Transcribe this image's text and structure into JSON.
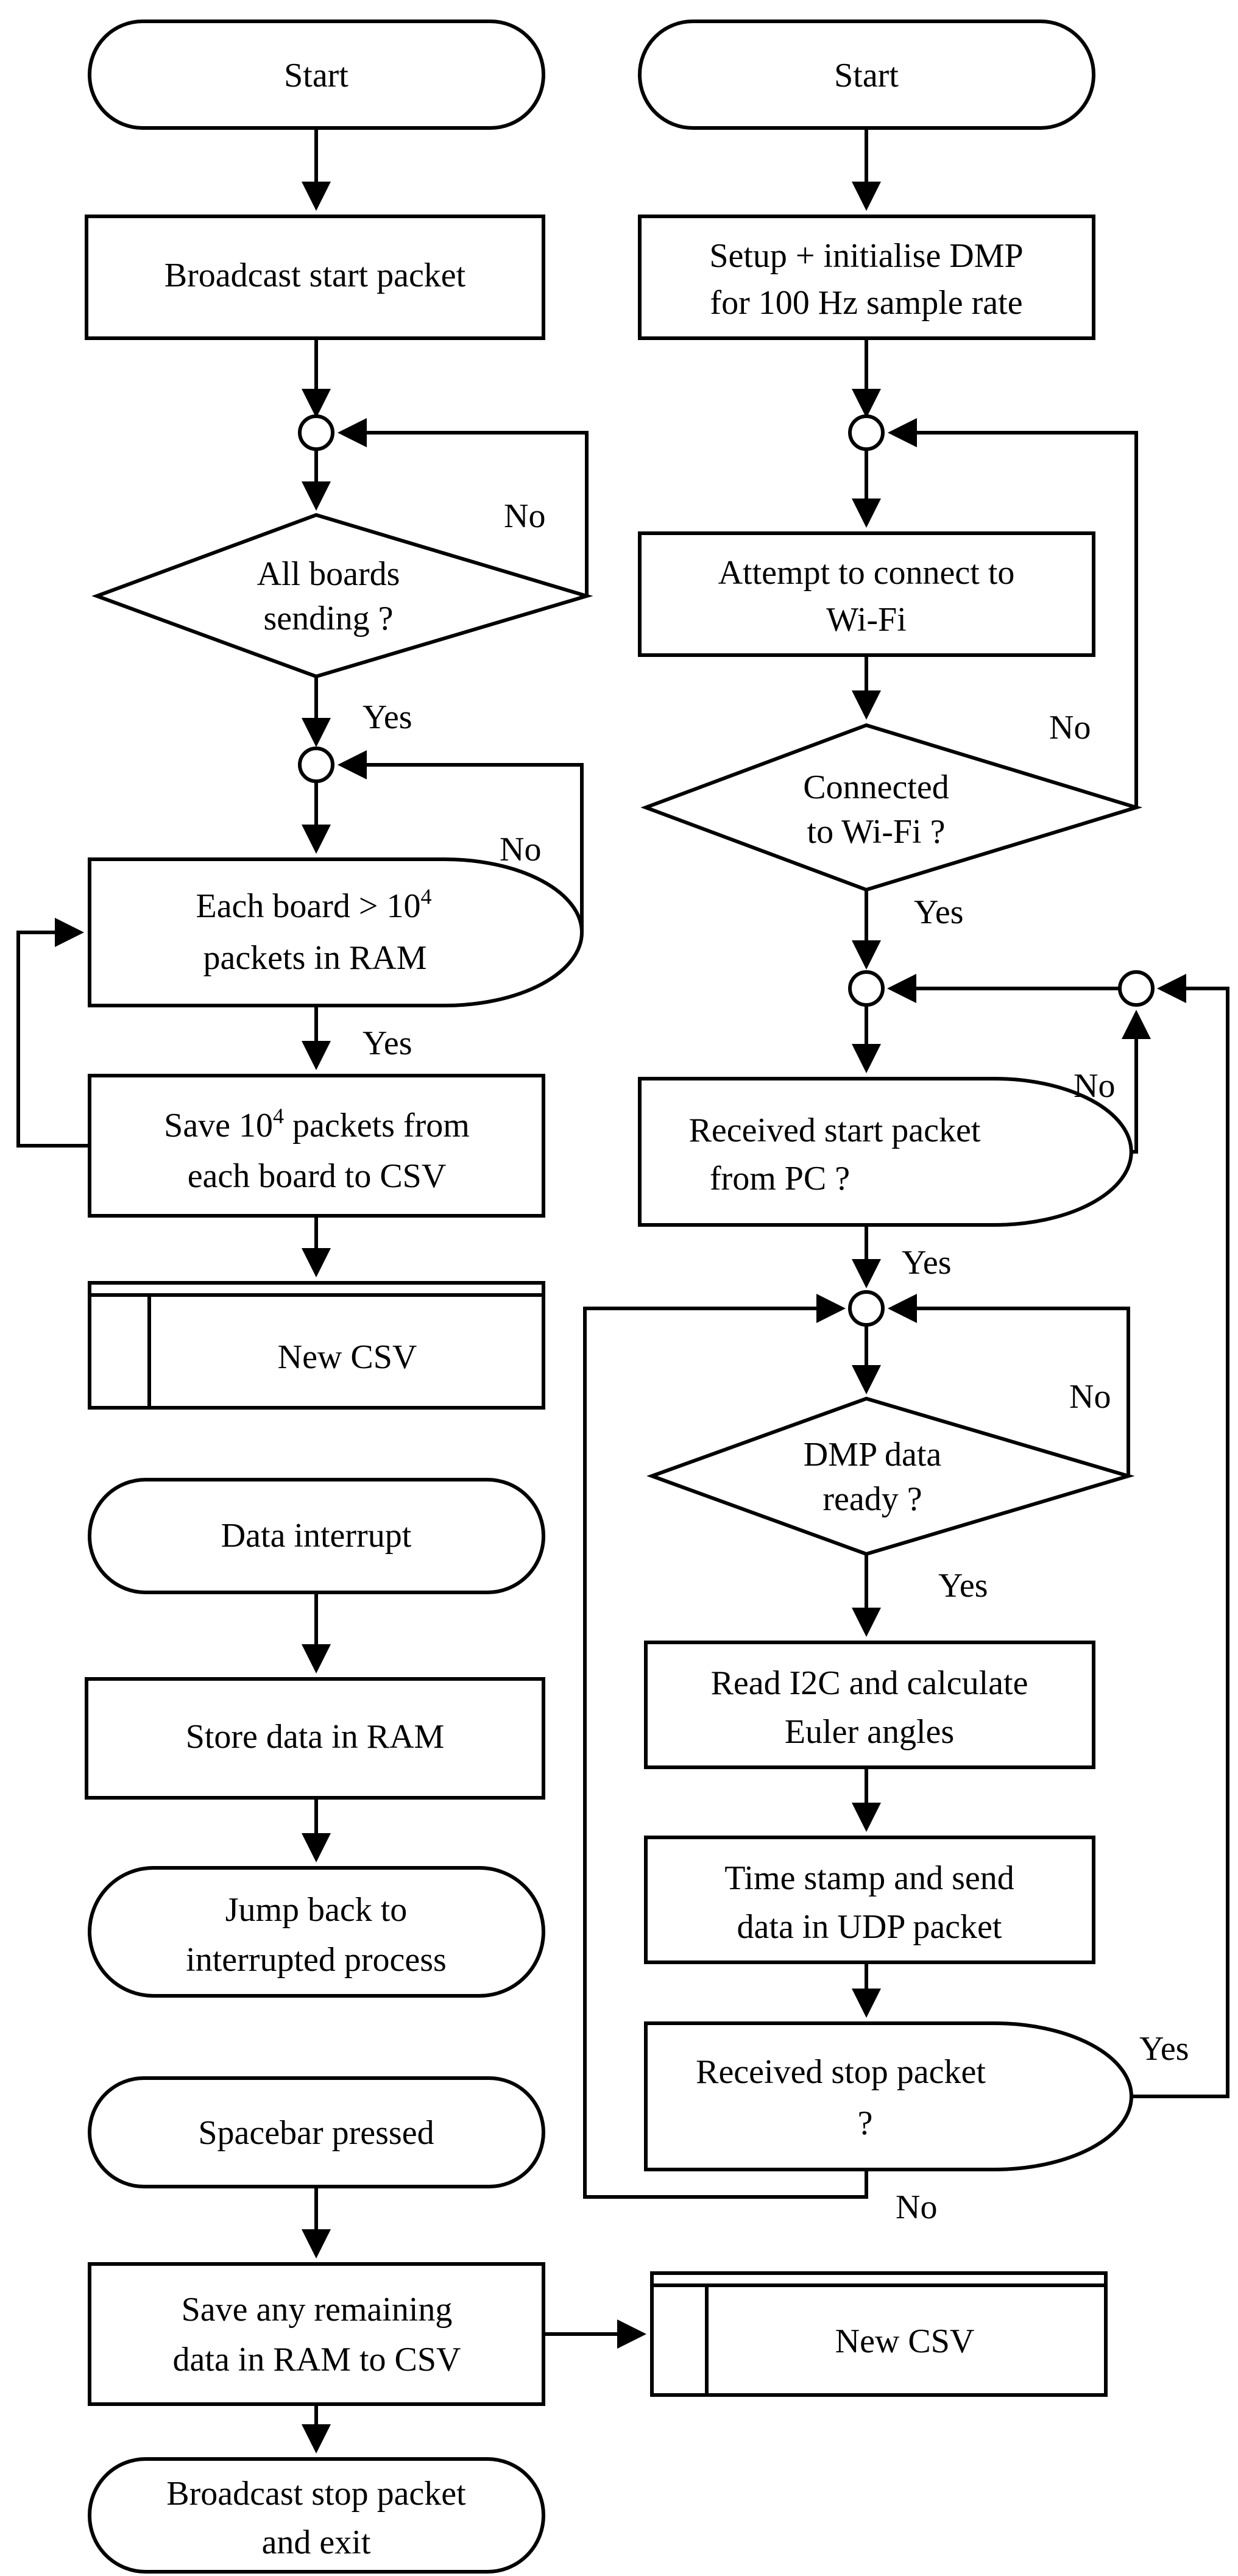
{
  "left": {
    "start": "Start",
    "broadcast_start": "Broadcast start packet",
    "all_boards_1": "All boards",
    "all_boards_2": "sending ?",
    "no1": "No",
    "yes1": "Yes",
    "each_board_1": "Each board > 10",
    "each_board_exp": "4",
    "each_board_2": "packets in RAM",
    "no2": "No",
    "yes2": "Yes",
    "save_1": "Save 10",
    "save_exp": "4",
    "save_1b": " packets from",
    "save_2": "each board to CSV",
    "new_csv": "New CSV",
    "data_interrupt": "Data interrupt",
    "store_data": "Store data in RAM",
    "jump_back_1": "Jump back to",
    "jump_back_2": "interrupted process",
    "spacebar": "Spacebar pressed",
    "save_rem_1": "Save any remaining",
    "save_rem_2": "data in RAM to CSV",
    "new_csv_2": "New CSV",
    "broadcast_stop_1": "Broadcast stop packet",
    "broadcast_stop_2": "and exit"
  },
  "right": {
    "start": "Start",
    "setup_1": "Setup + initialise DMP",
    "setup_2": "for 100 Hz sample rate",
    "attempt_1": "Attempt to connect to",
    "attempt_2": "Wi-Fi",
    "no1": "No",
    "connected_1": "Connected",
    "connected_2": "to Wi-Fi  ?",
    "yes1": "Yes",
    "no2": "No",
    "received_start_1": "Received start packet",
    "received_start_2": "from PC ?",
    "yes2": "Yes",
    "no3": "No",
    "dmp_1": "DMP data",
    "dmp_2": "ready ?",
    "yes3": "Yes",
    "read_i2c_1": "Read I2C and calculate",
    "read_i2c_2": "Euler angles",
    "timestamp_1": "Time stamp and send",
    "timestamp_2": "data in UDP packet",
    "received_stop_1": "Received stop packet",
    "received_stop_2": "?",
    "yes4": "Yes",
    "no4": "No"
  }
}
